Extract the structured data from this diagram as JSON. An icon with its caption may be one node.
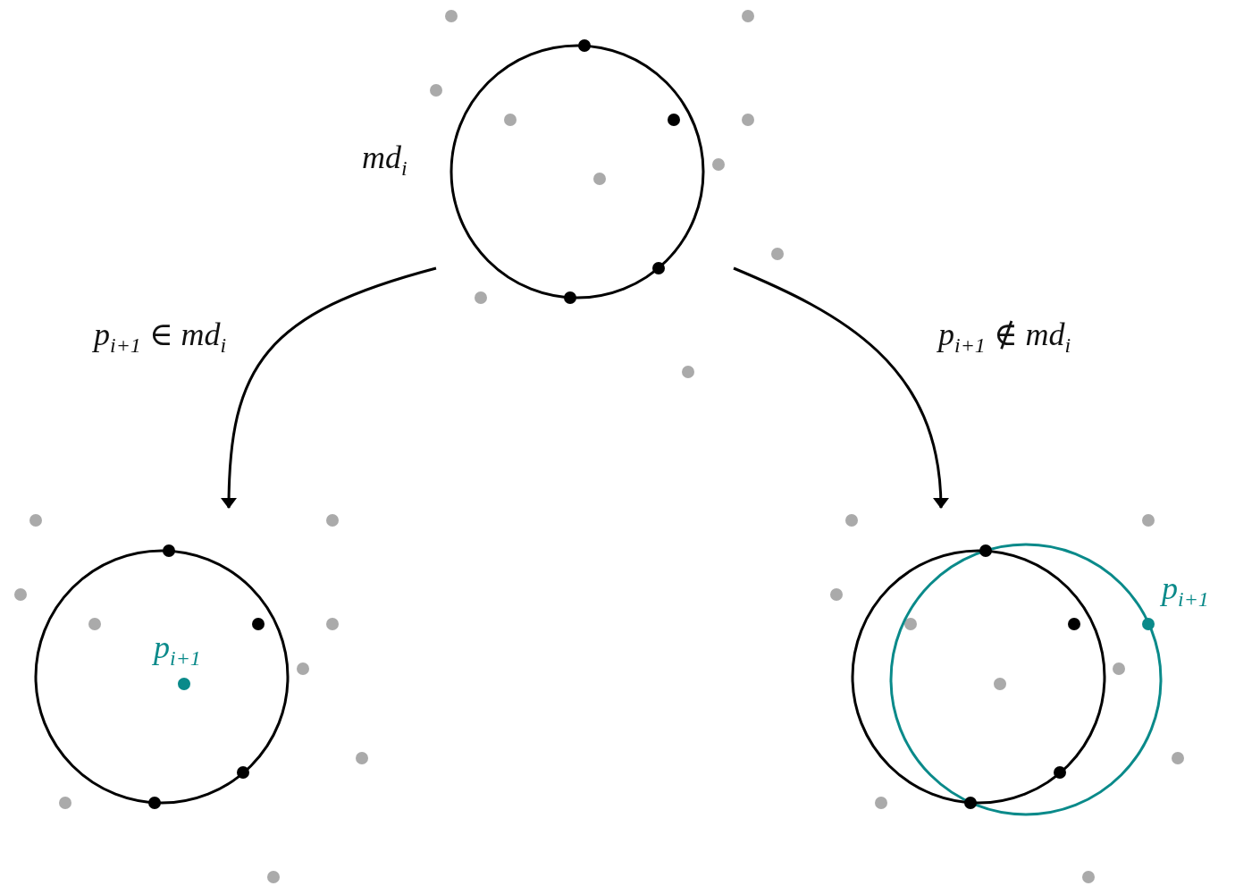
{
  "diagram": {
    "nodes": [
      {
        "text": [],
        "shape": "circle",
        "beside": [
          "md$_{i}$"
        ]
      },
      {
        "text": [],
        "shape": "circle"
      },
      {
        "text": [],
        "shape": "circle"
      }
    ],
    "edges": [
      {
        "from": 0,
        "to": 1,
        "arrow": "to",
        "label": "p$_{i+1}$ ∈ md$_{i}$"
      },
      {
        "from": 0,
        "to": 2,
        "arrow": "to",
        "label": "p$_{i+1}$ ∉ md$_{i}$"
      }
    ],
    "labels": [
      "p$_{i+1}$",
      "p$_{i+1}$"
    ]
  }
}
